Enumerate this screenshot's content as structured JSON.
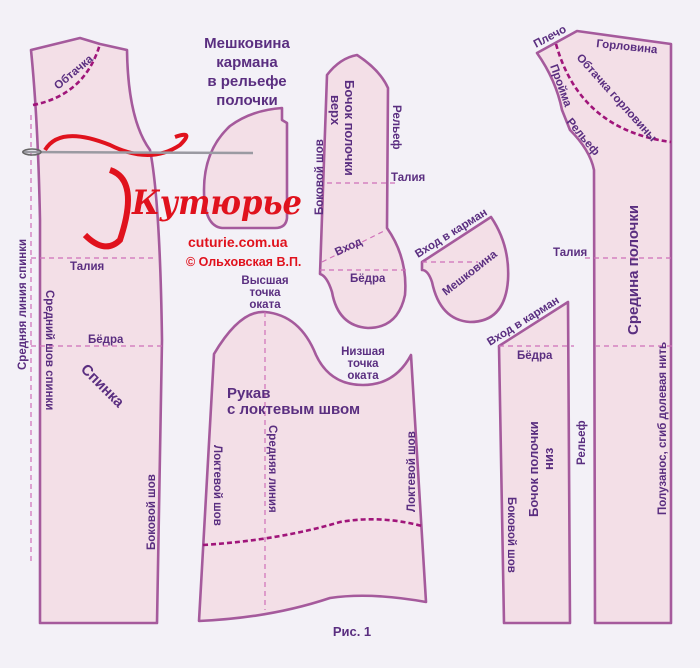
{
  "title_pocket": [
    "Мешковина",
    "кармана",
    "в рельефе",
    "полочки"
  ],
  "back": {
    "name": "Спинка",
    "facing": "Обтачка",
    "center_line": "Средняя линия спинки",
    "center_seam": "Средний шов спинки",
    "waist": "Талия",
    "hips": "Бёдра",
    "side_seam": "Боковой шов"
  },
  "side_upper": {
    "name": [
      "Бочок полочки",
      "верх"
    ],
    "side_seam": "Боковой шов",
    "relief": "Рельеф",
    "waist": "Талия",
    "entry": "Вход",
    "hips": "Бёдра"
  },
  "pocket": {
    "entry": "Вход в карман",
    "name": "Мешковина"
  },
  "sleeve": {
    "top": [
      "Высшая",
      "точка",
      "оката"
    ],
    "bottom": [
      "Низшая",
      "точка",
      "оката"
    ],
    "name": [
      "Рукав",
      "с локтевым швом"
    ],
    "elbow_left": "Локтевой шов",
    "middle": "Средняя линия",
    "elbow_right": "Локтевой шов"
  },
  "side_lower": {
    "entry": "Вход в карман",
    "hips": "Бёдра",
    "name": [
      "Бочок полочки",
      "низ"
    ],
    "side_seam": "Боковой шов",
    "relief": "Рельеф"
  },
  "front": {
    "shoulder": "Плечо",
    "neckline": "Горловина",
    "armhole": "Пройма",
    "neck_facing": "Обтачка горловины",
    "relief": "Рельеф",
    "waist": "Талия",
    "name": "Средина полочки",
    "grain": "Полузанос, сгиб долевая нить"
  },
  "logo": {
    "script": "Кутюрье",
    "url": "cuturie.com.ua",
    "copyright": "© Ольховская В.П."
  },
  "caption": "Рис. 1"
}
